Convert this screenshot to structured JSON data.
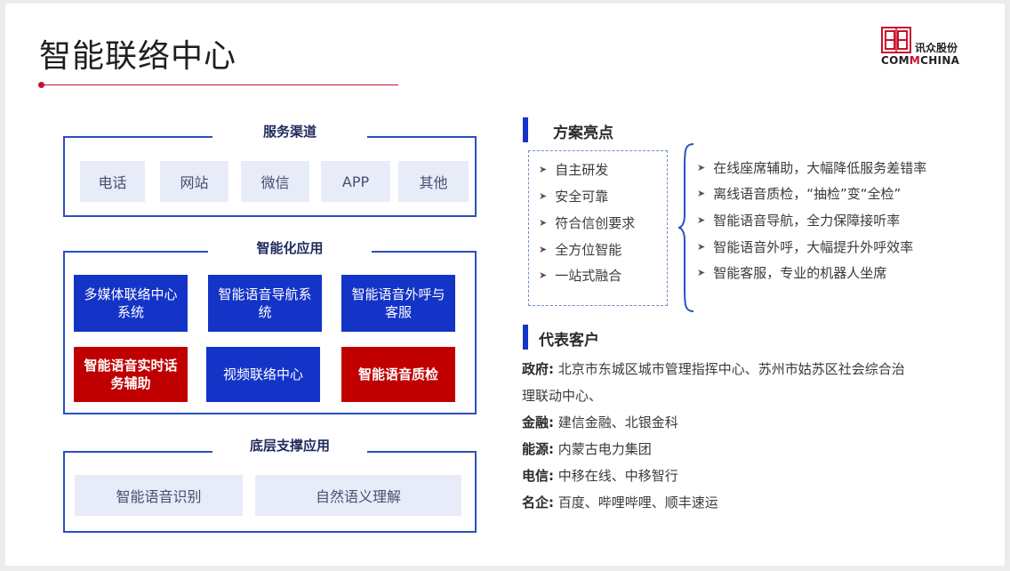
{
  "title": "智能联络中心",
  "logo": {
    "cn": "讯众股份",
    "en_a": "COM",
    "en_m": "M",
    "en_b": "CHINA",
    "accent": "#c8102e"
  },
  "colors": {
    "blue": "#1434c8",
    "red": "#c00000",
    "frame": "#2b4fbf",
    "chip_bg": "#e8ecf8"
  },
  "service_channels": {
    "label": "服务渠道",
    "items": [
      "电话",
      "网站",
      "微信",
      "APP",
      "其他"
    ]
  },
  "smart_apps": {
    "label": "智能化应用",
    "tiles": [
      {
        "text": "多媒体联络中心系统",
        "color": "blue"
      },
      {
        "text": "智能语音导航系统",
        "color": "blue"
      },
      {
        "text": "智能语音外呼与客服",
        "color": "blue"
      },
      {
        "text": "智能语音实时话务辅助",
        "color": "red"
      },
      {
        "text": "视频联络中心",
        "color": "blue"
      },
      {
        "text": "智能语音质检",
        "color": "red"
      }
    ]
  },
  "support_apps": {
    "label": "底层支撑应用",
    "items": [
      "智能语音识别",
      "自然语义理解"
    ]
  },
  "highlights": {
    "heading": "方案亮点",
    "left": [
      "自主研发",
      "安全可靠",
      "符合信创要求",
      "全方位智能",
      "一站式融合"
    ],
    "right": [
      "在线座席辅助，大幅降低服务差错率",
      "离线语音质检，“抽检”变“全检”",
      "智能语音导航，全力保障接听率",
      "智能语音外呼，大幅提升外呼效率",
      "智能客服，专业的机器人坐席"
    ]
  },
  "customers": {
    "heading": "代表客户",
    "rows": [
      {
        "k": "政府:",
        "v": "北京市东城区城市管理指挥中心、苏州市姑苏区社会综合治"
      },
      {
        "k": "",
        "v": "理联动中心、"
      },
      {
        "k": "金融:",
        "v": "建信金融、北银金科"
      },
      {
        "k": "能源:",
        "v": "内蒙古电力集团"
      },
      {
        "k": "电信:",
        "v": "中移在线、中移智行"
      },
      {
        "k": "名企:",
        "v": "百度、哔哩哔哩、顺丰速运"
      }
    ]
  }
}
